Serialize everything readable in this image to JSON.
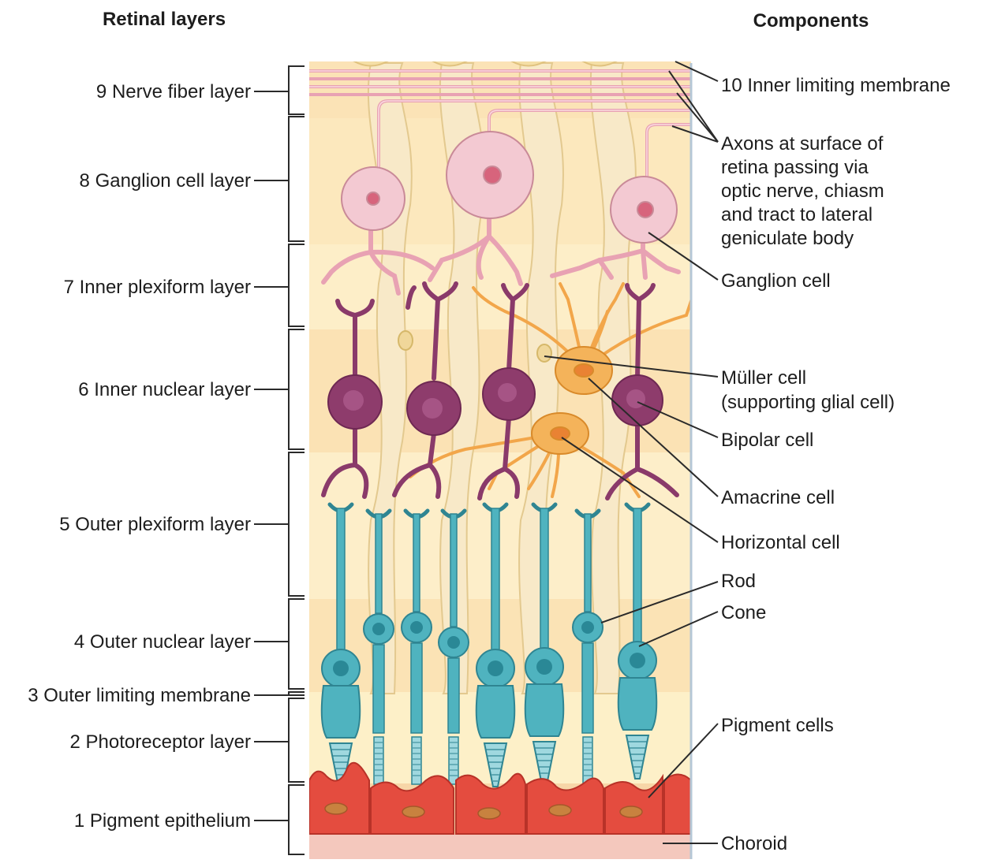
{
  "headers": {
    "left": "Retinal layers",
    "right": "Components"
  },
  "layers": [
    {
      "label": "9 Nerve fiber layer"
    },
    {
      "label": "8 Ganglion cell layer"
    },
    {
      "label": "7 Inner plexiform layer"
    },
    {
      "label": "6 Inner nuclear layer"
    },
    {
      "label": "5 Outer plexiform layer"
    },
    {
      "label": "4 Outer nuclear layer"
    },
    {
      "label": "3 Outer limiting membrane"
    },
    {
      "label": "2 Photoreceptor layer"
    },
    {
      "label": "1 Pigment epithelium"
    }
  ],
  "components": [
    {
      "lines": [
        "10 Inner limiting membrane"
      ]
    },
    {
      "lines": [
        "Axons at surface of",
        "retina passing via",
        "optic nerve, chiasm",
        "and tract to lateral",
        "geniculate body"
      ]
    },
    {
      "lines": [
        "Ganglion cell"
      ]
    },
    {
      "lines": [
        "Müller cell",
        "(supporting glial cell)"
      ]
    },
    {
      "lines": [
        "Bipolar cell"
      ]
    },
    {
      "lines": [
        "Amacrine cell"
      ]
    },
    {
      "lines": [
        "Horizontal cell"
      ]
    },
    {
      "lines": [
        "Rod"
      ]
    },
    {
      "lines": [
        "Cone"
      ]
    },
    {
      "lines": [
        "Pigment cells"
      ]
    },
    {
      "lines": [
        "Choroid"
      ]
    }
  ],
  "colors": {
    "ganglion": "#f0c4cc",
    "ganglion_stroke": "#c98a98",
    "bipolar": "#8a3a6a",
    "amacrine": "#f0a84a",
    "photoreceptor": "#4fb3bf",
    "pigment": "#e0493c",
    "muller": "#f6e2b6",
    "background": "#fbecc0"
  }
}
